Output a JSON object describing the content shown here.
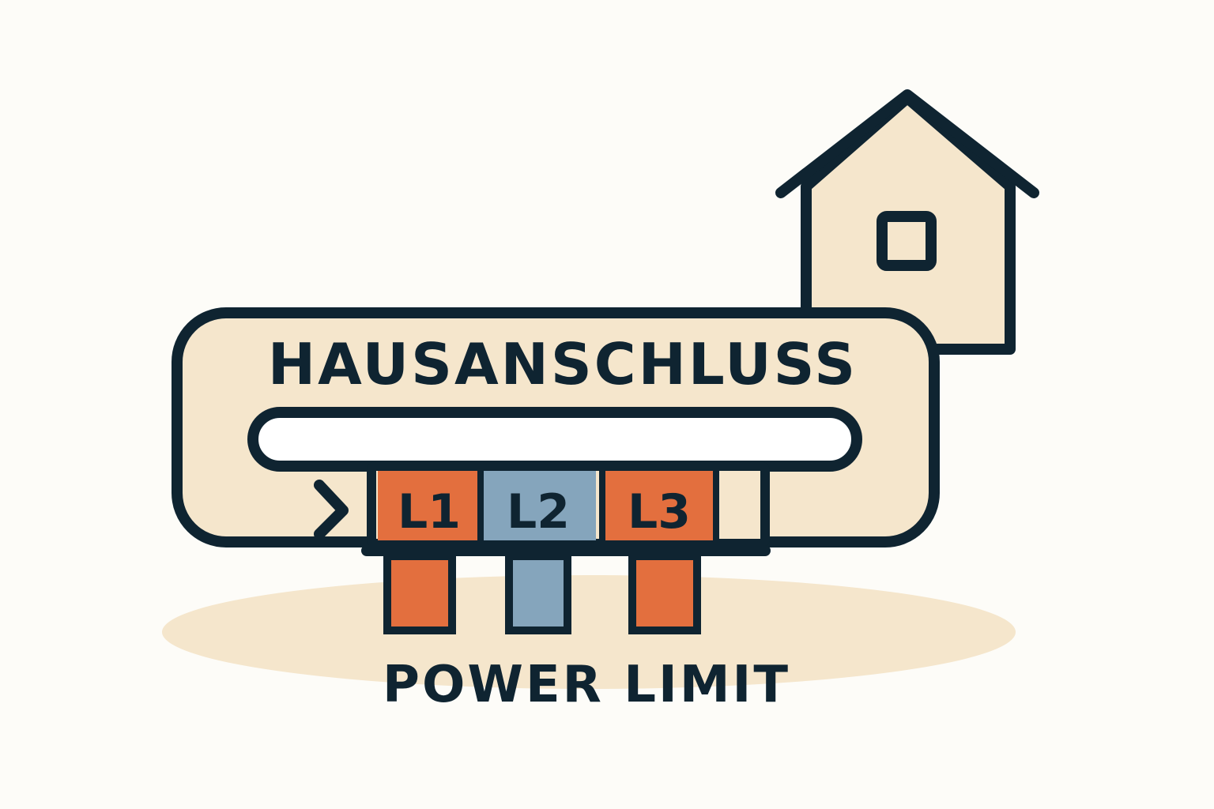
{
  "title": "HAUSANSCHLUSS",
  "subtitle": "POWER LIMIT",
  "phases": [
    {
      "label": "L1",
      "color": "#e36f3e"
    },
    {
      "label": "L2",
      "color": "#85a5bc"
    },
    {
      "label": "L3",
      "color": "#e36f3e"
    }
  ],
  "colors": {
    "outline": "#0f2431",
    "panel": "#f5e6cc",
    "ground": "#f5e6cc",
    "background": "#fdfcf8",
    "slot": "#ffffff"
  },
  "icons": [
    "house-icon",
    "window-icon",
    "cable-arrow-icon"
  ]
}
